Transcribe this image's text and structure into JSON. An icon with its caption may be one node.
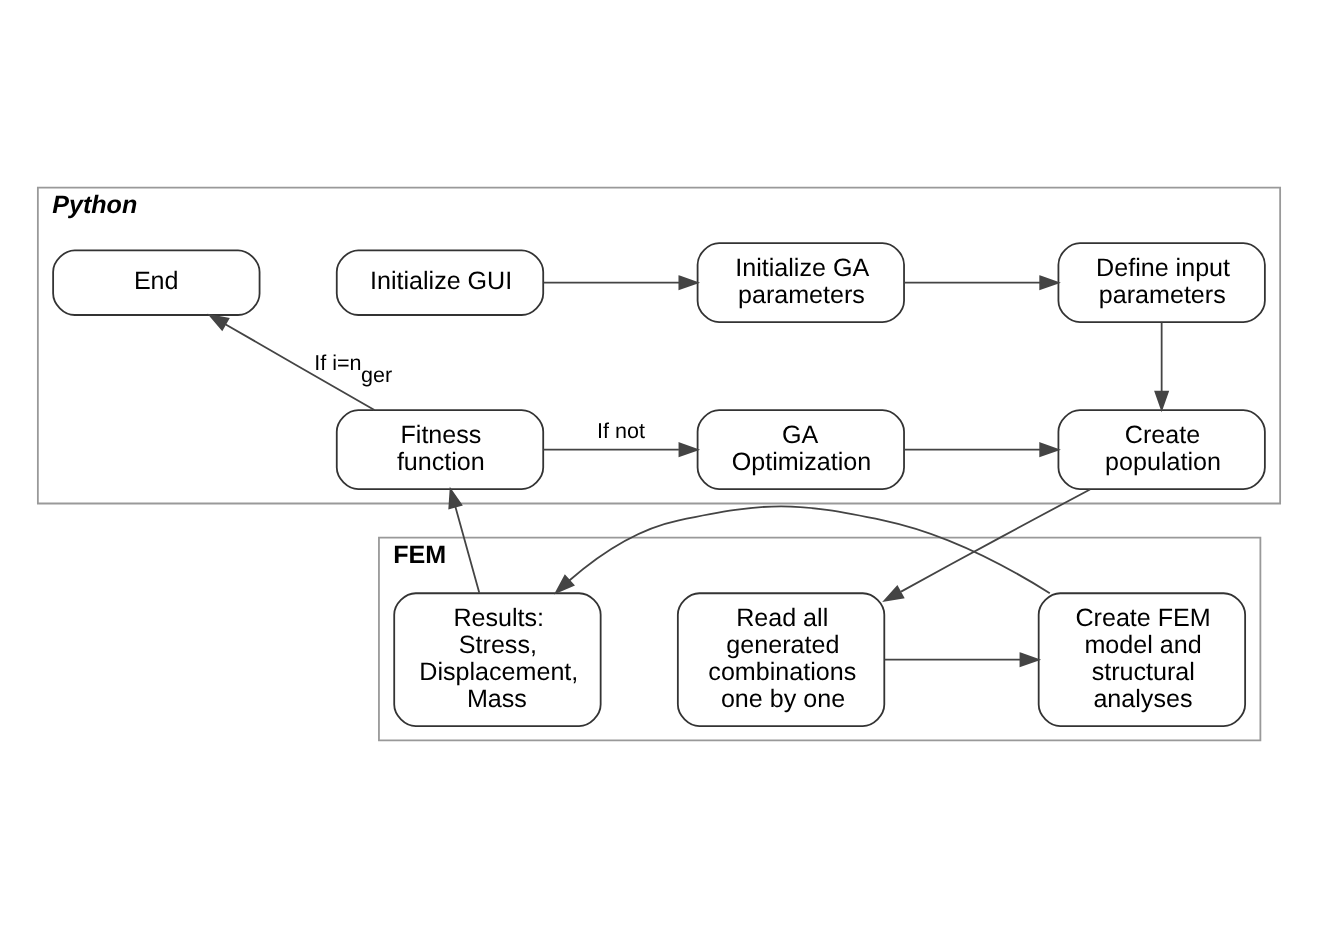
{
  "diagram": {
    "nodes": [
      {
        "text": [
          "Python"
        ]
      },
      {
        "text": [
          "FEM"
        ]
      },
      {
        "text": [
          "Initialize GUI"
        ],
        "in": 0
      },
      {
        "text": [
          "Initialize GA parameters"
        ],
        "in": 0
      },
      {
        "text": [
          "Define input parameters"
        ],
        "in": 0
      },
      {
        "text": [
          "End"
        ],
        "in": 0
      },
      {
        "text": [
          "Fitness function"
        ],
        "in": 0
      },
      {
        "text": [
          "GA Optimization"
        ],
        "in": 0
      },
      {
        "text": [
          "Create population"
        ],
        "in": 0
      },
      {
        "text": [
          "Results: Stress, Displacement, Mass"
        ],
        "in": 1
      },
      {
        "text": [
          "Create FEM model and structural analyses"
        ],
        "in": 1
      },
      {
        "text": [
          "Read all generated combinations one by one"
        ],
        "in": 1
      }
    ],
    "edges": [
      {
        "from": 2,
        "to": 3,
        "arrow": "to"
      },
      {
        "from": 3,
        "to": 4,
        "arrow": "to"
      },
      {
        "from": 4,
        "to": 8,
        "arrow": "to"
      },
      {
        "from": 6,
        "to": 5,
        "arrow": "to",
        "label": "If i=n$_{ger}$"
      },
      {
        "from": 6,
        "to": 7,
        "arrow": "to",
        "label": "If not"
      },
      {
        "from": 7,
        "to": 8,
        "arrow": "to"
      },
      {
        "from": 8,
        "to": 11,
        "arrow": "to"
      },
      {
        "from": 11,
        "to": 10,
        "arrow": "to"
      },
      {
        "from": 10,
        "to": 9,
        "arrow": "to"
      },
      {
        "from": 9,
        "to": 6,
        "arrow": "to"
      }
    ]
  }
}
